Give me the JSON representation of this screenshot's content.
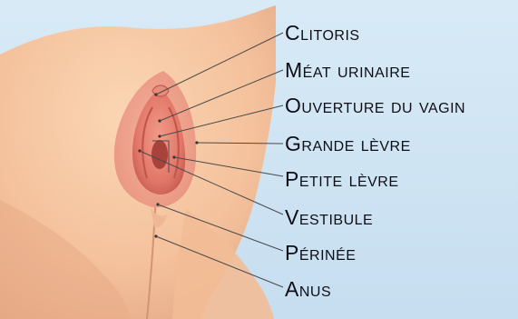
{
  "labels": {
    "clitoris": "Clitoris",
    "meat_urinaire": "Méat urinaire",
    "ouverture_du_vagin": "Ouverture du vagin",
    "grande_levre": "Grande lèvre",
    "petite_levre": "Petite lèvre",
    "vestibule": "Vestibule",
    "perinee": "Périnée",
    "anus": "Anus"
  },
  "colors": {
    "background": "#cfe4f2",
    "skin": "#f6c49e",
    "skin_shadow": "#e7a784",
    "mucosa": "#e77e6e",
    "mucosa_dark": "#c95a4e",
    "leader_line": "#4a4a4a",
    "label_text": "#0e0e16"
  }
}
